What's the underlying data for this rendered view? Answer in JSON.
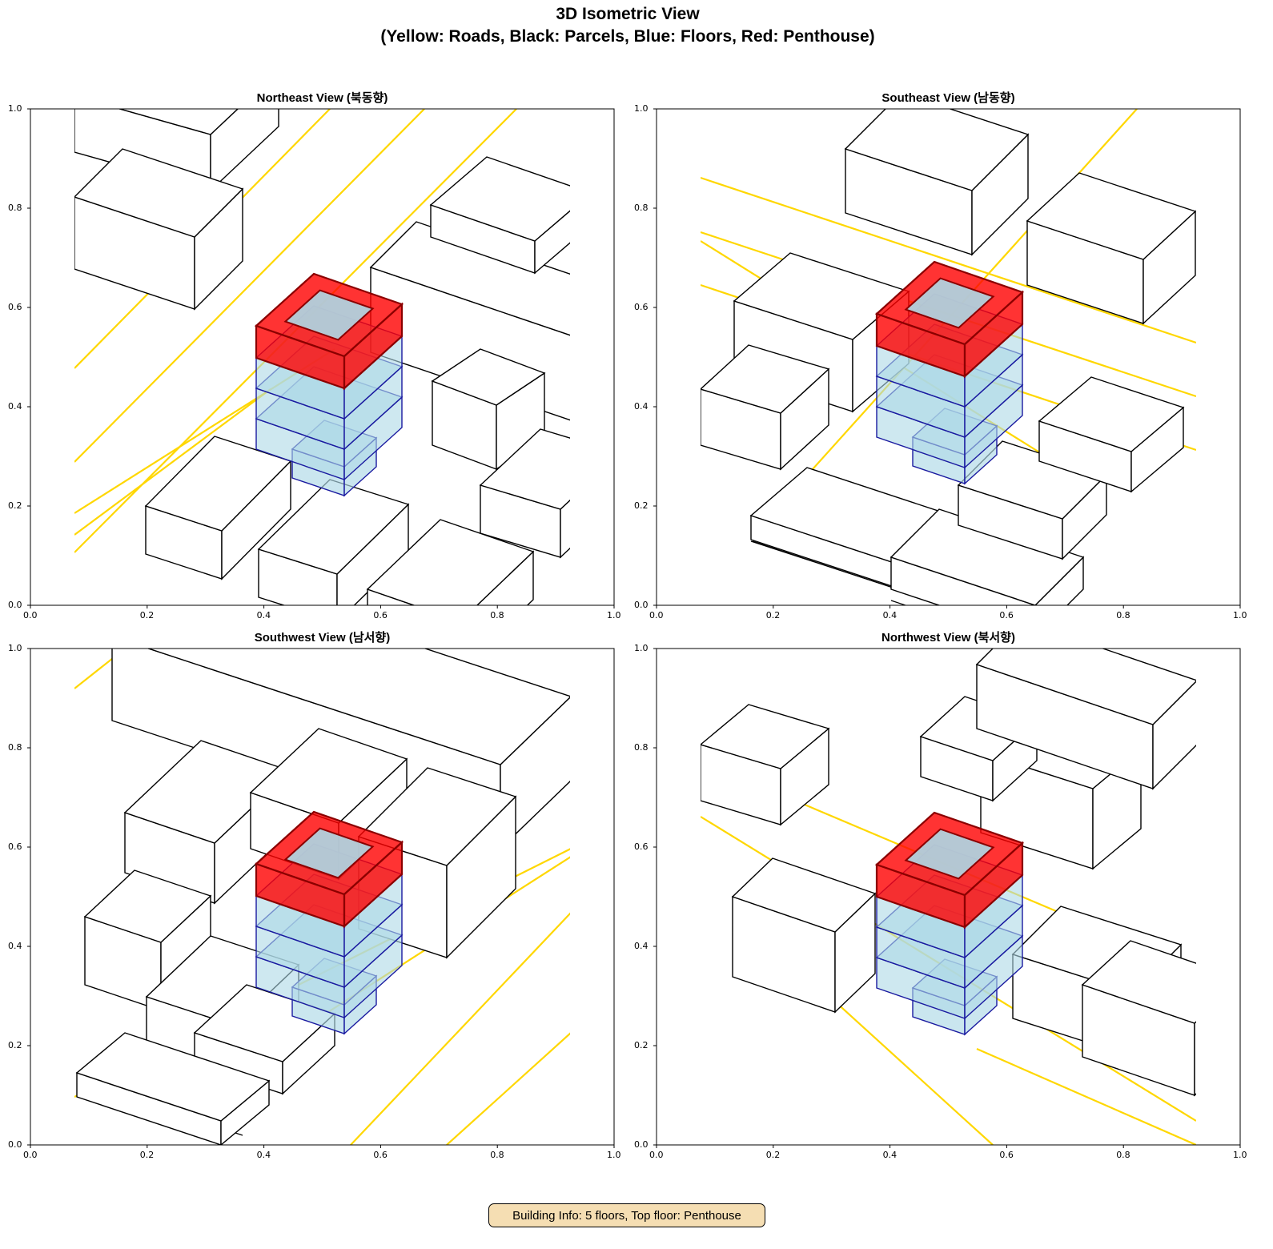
{
  "figure": {
    "title_line1": "3D Isometric View",
    "title_line2": "(Yellow: Roads, Black: Parcels, Blue: Floors, Red: Penthouse)"
  },
  "panels": [
    {
      "title": "Northeast View (북동향)"
    },
    {
      "title": "Southeast View (남동향)"
    },
    {
      "title": "Southwest View (남서향)"
    },
    {
      "title": "Northwest View (북서향)"
    }
  ],
  "axes": {
    "xticks": [
      "0.0",
      "0.2",
      "0.4",
      "0.6",
      "0.8",
      "1.0"
    ],
    "yticks": [
      "0.0",
      "0.2",
      "0.4",
      "0.6",
      "0.8",
      "1.0"
    ],
    "xlim": [
      0,
      1
    ],
    "ylim": [
      0,
      1
    ]
  },
  "colors": {
    "road": "#ffd700",
    "parcel": "#000000",
    "floor_fill": "#add8e6",
    "floor_edge": "#1a1aa0",
    "penthouse": "#ff0000",
    "penthouse_edge": "#8b0000"
  },
  "building": {
    "floors": 5,
    "top_floor": "Penthouse"
  },
  "footer": {
    "info": "Building Info: 5 floors, Top floor: Penthouse"
  }
}
